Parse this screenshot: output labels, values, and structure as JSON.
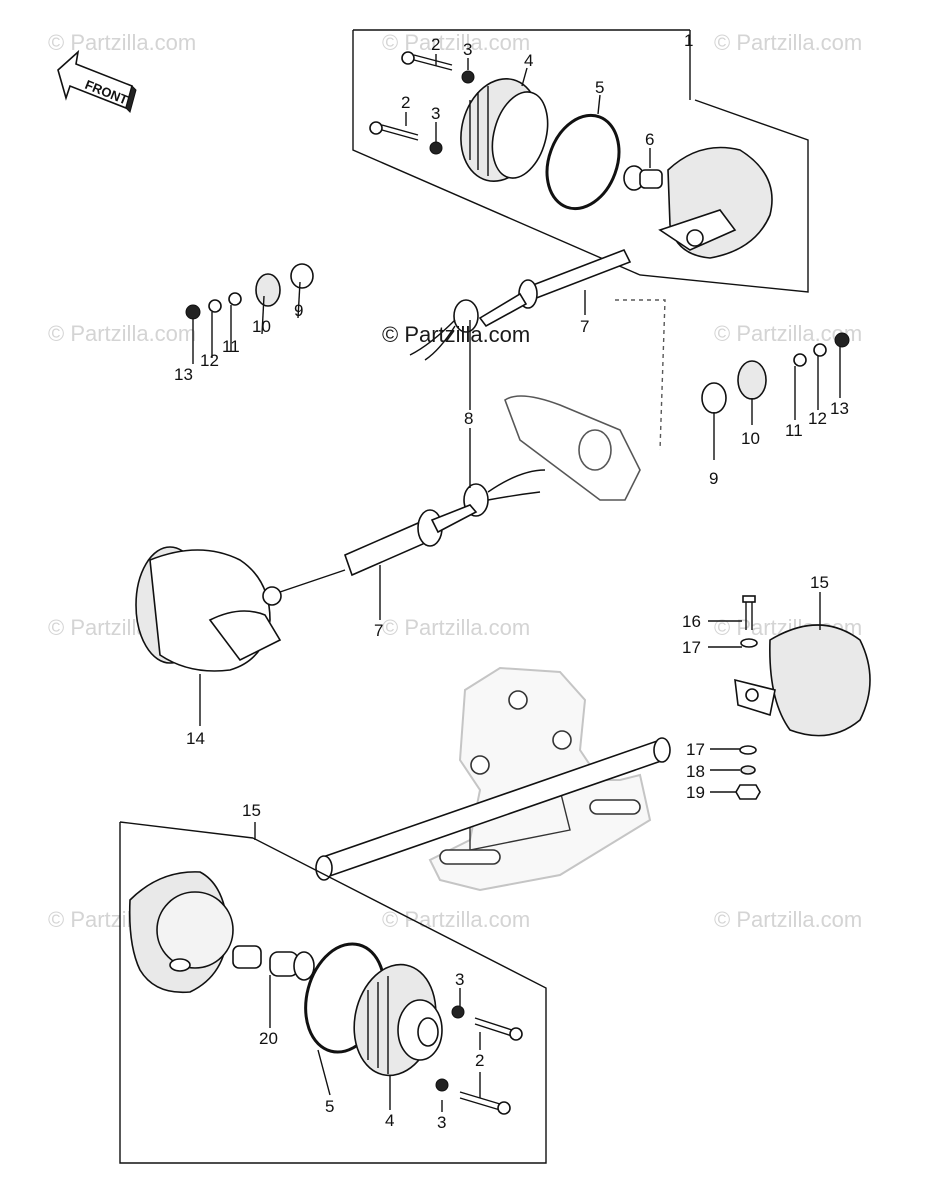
{
  "watermarks": {
    "text": "© Partzilla.com",
    "center_text": "© Partzilla.com"
  },
  "front_arrow": {
    "label": "FRONT"
  },
  "callouts": {
    "c1": "1",
    "c2a": "2",
    "c3a": "3",
    "c4a": "4",
    "c5a": "5",
    "c6": "6",
    "c2b": "2",
    "c3b": "3",
    "c7a": "7",
    "c8": "8",
    "l9": "9",
    "l10": "10",
    "l11": "11",
    "l12": "12",
    "l13": "13",
    "r9": "9",
    "r10": "10",
    "r11": "11",
    "r12": "12",
    "r13": "13",
    "c7b": "7",
    "c14": "14",
    "c15a": "15",
    "c16": "16",
    "c17a": "17",
    "c17b": "17",
    "c18": "18",
    "c19": "19",
    "c15b": "15",
    "c20": "20",
    "c5b": "5",
    "c4b": "4",
    "c3c": "3",
    "c2c": "2",
    "c2d": "2",
    "c3d": "3"
  },
  "colors": {
    "line": "#111111",
    "watermark": "#d4d4d4",
    "background": "#ffffff"
  }
}
